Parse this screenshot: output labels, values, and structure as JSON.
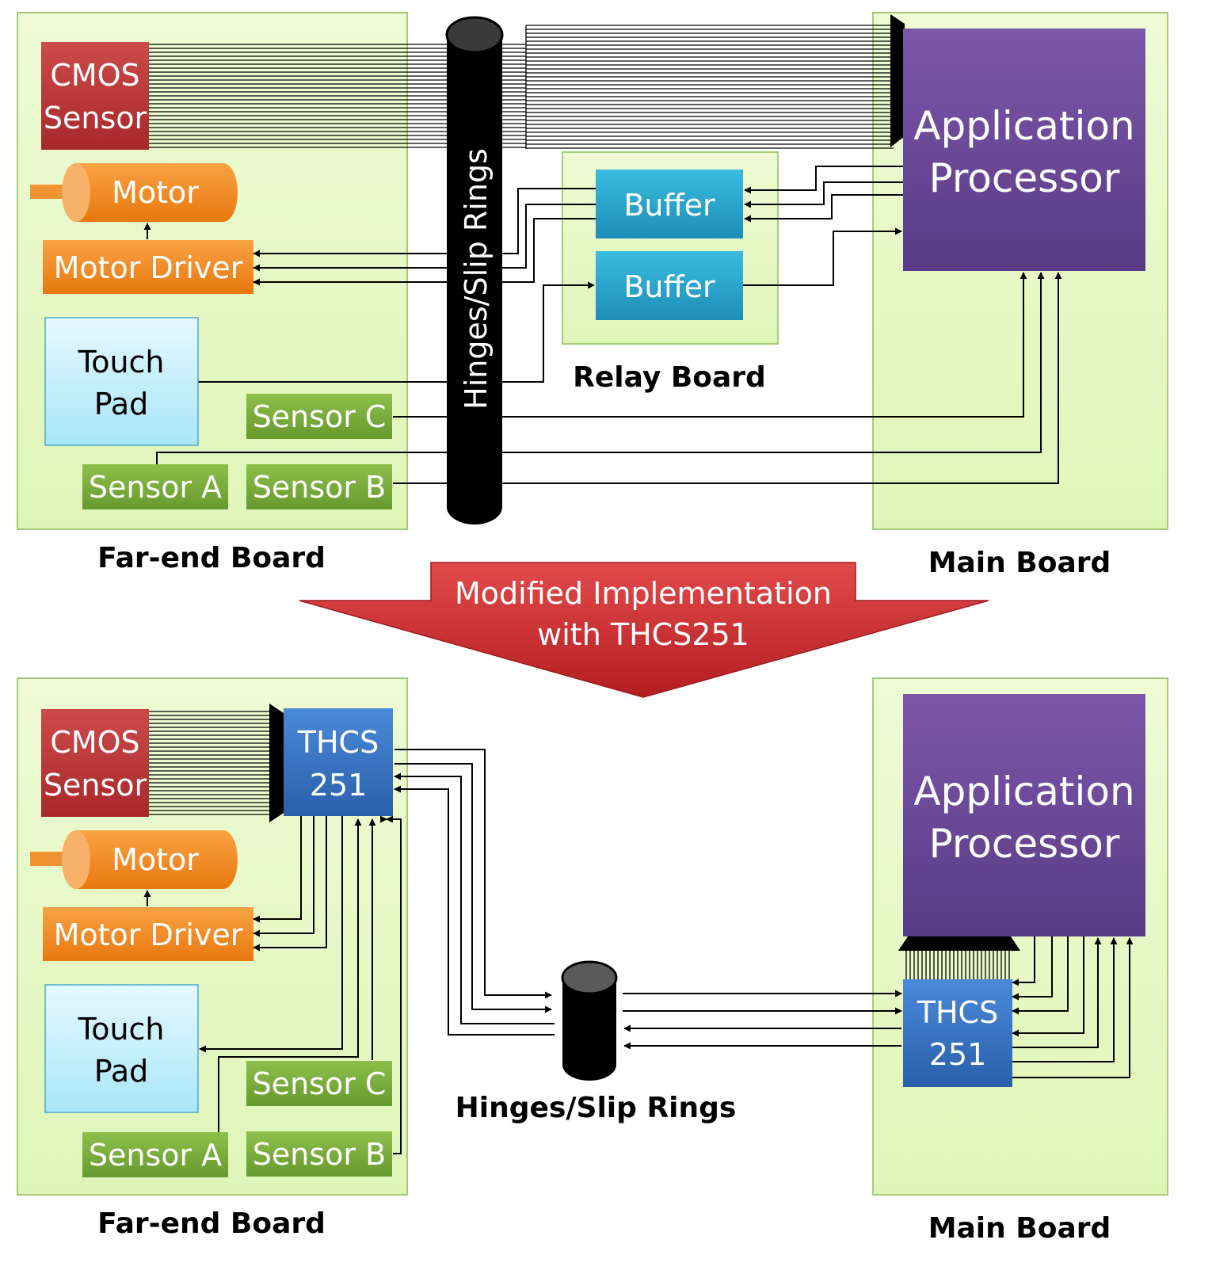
{
  "colors": {
    "board_fill": "#e6f8c4",
    "board_stroke": "#a6cc7a",
    "cmos": "#c0393b",
    "motor": "#f28a1e",
    "touch_pad": "#d4f3fc",
    "sensor": "#7dae3e",
    "buffer": "#2ba6cc",
    "thcs": "#3a78c8",
    "processor": "#6b4a9c",
    "slip_ring": "#000000",
    "arrow": "#d5373a"
  },
  "top": {
    "far_end_board": {
      "caption": "Far-end Board",
      "cmos_line1": "CMOS",
      "cmos_line2": "Sensor",
      "motor": "Motor",
      "motor_driver": "Motor Driver",
      "touch_line1": "Touch",
      "touch_line2": "Pad",
      "sensor_c": "Sensor C",
      "sensor_a": "Sensor A",
      "sensor_b": "Sensor B"
    },
    "slip_rings": "Hinges/Slip Rings",
    "relay_board": {
      "caption": "Relay Board",
      "buffer1": "Buffer",
      "buffer2": "Buffer"
    },
    "main_board": {
      "caption": "Main Board",
      "ap_line1": "Application",
      "ap_line2": "Processor"
    }
  },
  "banner": {
    "line1": "Modified Implementation",
    "line2": "with THCS251"
  },
  "bottom": {
    "far_end_board": {
      "caption": "Far-end Board",
      "cmos_line1": "CMOS",
      "cmos_line2": "Sensor",
      "thcs_line1": "THCS",
      "thcs_line2": "251",
      "motor": "Motor",
      "motor_driver": "Motor Driver",
      "touch_line1": "Touch",
      "touch_line2": "Pad",
      "sensor_c": "Sensor C",
      "sensor_a": "Sensor A",
      "sensor_b": "Sensor B"
    },
    "slip_rings": "Hinges/Slip Rings",
    "main_board": {
      "caption": "Main Board",
      "ap_line1": "Application",
      "ap_line2": "Processor",
      "thcs_line1": "THCS",
      "thcs_line2": "251"
    }
  }
}
